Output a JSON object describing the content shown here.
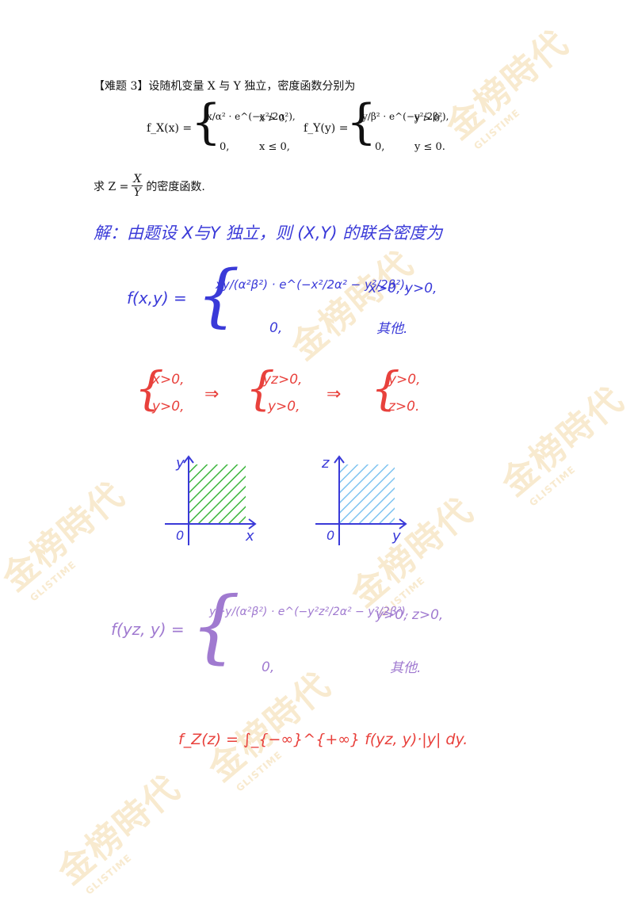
{
  "problem": {
    "tag": "【难题 3】",
    "intro": "设随机变量 X 与 Y 独立，密度函数分别为",
    "fx_lhs": "f_X(x) =",
    "fx_case1_expr": "x/α² · e^(−x²/2α²),",
    "fx_case1_cond": "x > 0,",
    "fx_case2_expr": "0,",
    "fx_case2_cond": "x ≤ 0,",
    "fy_lhs": "f_Y(y) =",
    "fy_case1_expr": "y/β² · e^(−y²/2β²),",
    "fy_case1_cond": "y > 0,",
    "fy_case2_expr": "0,",
    "fy_case2_cond": "y ≤ 0.",
    "ask_prefix": "求 Z =",
    "ask_frac_num": "X",
    "ask_frac_den": "Y",
    "ask_suffix": "的密度函数."
  },
  "solution": {
    "line1": "解：由题设 X与Y 独立，则 (X,Y) 的联合密度为",
    "joint_lhs": "f(x,y) =",
    "joint_case1": "xy/(α²β²) · e^(−x²/2α² − y²/2β²),",
    "joint_case1_cond": "x>0, y>0,",
    "joint_case2": "0,",
    "joint_case2_cond": "其他.",
    "cond_a1": "x>0,",
    "cond_a2": "y>0,",
    "arrow1": "⇒",
    "cond_b1": "yz>0,",
    "cond_b2": "y>0,",
    "arrow2": "⇒",
    "cond_c1": "y>0,",
    "cond_c2": "z>0.",
    "graph1_ylabel": "y",
    "graph1_xlabel": "x",
    "graph1_origin": "0",
    "graph2_ylabel": "z",
    "graph2_xlabel": "y",
    "graph2_origin": "0",
    "sub_lhs": "f(yz, y) =",
    "sub_case1": "yz·y/(α²β²) · e^(−y²z²/2α² − y²/2β²),",
    "sub_case1_cond": "y>0, z>0,",
    "sub_case2": "0,",
    "sub_case2_cond": "其他.",
    "final": "f_Z(z) = ∫_{−∞}^{+∞} f(yz, y)·|y| dy."
  },
  "colors": {
    "blue": "#3a3ad8",
    "red": "#e8413c",
    "purple": "#a07ad0",
    "green_hatch": "#3cb53c",
    "lightblue_hatch": "#7ec3f0",
    "watermark": "#f3d9a8"
  },
  "watermark": {
    "logo": "金榜時代",
    "brand": "GLISTIME"
  }
}
